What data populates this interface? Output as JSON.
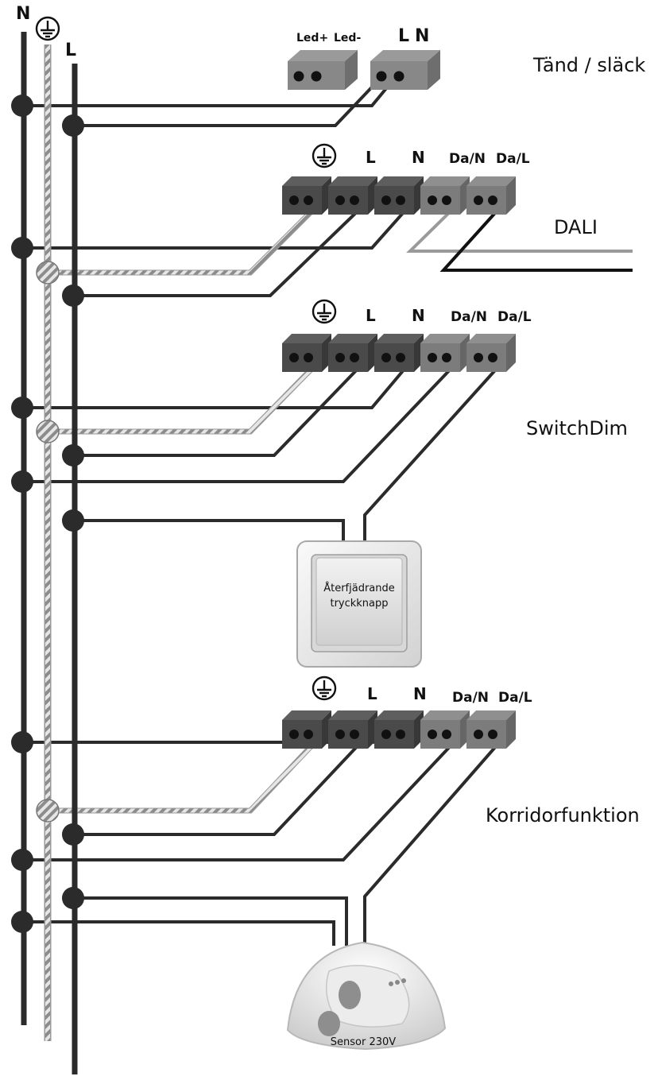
{
  "rails": {
    "n_label": "N",
    "l_label": "L",
    "earth_symbol": "earth-ground-icon"
  },
  "sections": {
    "tand": {
      "title": "Tänd / släck",
      "led_plus": "Led+",
      "led_minus": "Led-",
      "l": "L",
      "n": "N"
    },
    "dali": {
      "title": "DALI",
      "l": "L",
      "n": "N",
      "dan": "Da/N",
      "dal": "Da/L"
    },
    "switchdim": {
      "title": "SwitchDim",
      "l": "L",
      "n": "N",
      "dan": "Da/N",
      "dal": "Da/L",
      "button_line1": "Återfjädrande",
      "button_line2": "tryckknapp"
    },
    "korridor": {
      "title": "Korridorfunktion",
      "l": "L",
      "n": "N",
      "dan": "Da/N",
      "dal": "Da/L",
      "sensor": "Sensor 230V"
    }
  },
  "colors": {
    "wire": "#2b2b2b",
    "terminal_dark": "#4d4d4d",
    "terminal_light": "#7c7c7c",
    "earth_stripe": "#b0b0b0",
    "dali_grey_wire": "#9a9a9a"
  }
}
